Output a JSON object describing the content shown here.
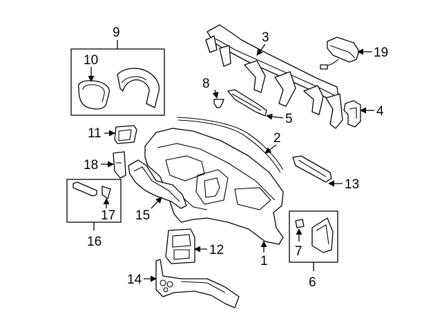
{
  "callouts": {
    "c1": "1",
    "c2": "2",
    "c3": "3",
    "c4": "4",
    "c5": "5",
    "c6": "6",
    "c7": "7",
    "c8": "8",
    "c9": "9",
    "c10": "10",
    "c11": "11",
    "c12": "12",
    "c13": "13",
    "c14": "14",
    "c15": "15",
    "c16": "16",
    "c17": "17",
    "c18": "18",
    "c19": "19"
  },
  "colors": {
    "line": "#000000",
    "background": "#ffffff"
  }
}
